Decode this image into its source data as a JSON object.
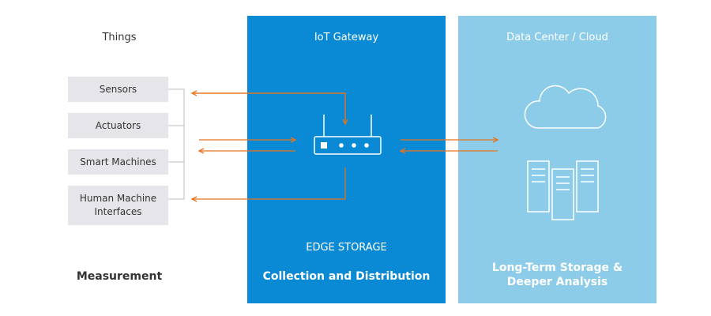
{
  "things": {
    "title": "Things",
    "items": [
      "Sensors",
      "Actuators",
      "Smart Machines",
      "Human Machine\nInterfaces"
    ],
    "footer": "Measurement"
  },
  "gateway": {
    "title": "IoT Gateway",
    "edge_label": "EDGE STORAGE",
    "footer": "Collection and Distribution"
  },
  "cloud": {
    "title": "Data Center / Cloud",
    "footer": "Long-Term Storage & Deeper Analysis"
  },
  "colors": {
    "gateway": "#0a8ad4",
    "cloud": "#8ccce8",
    "arrow": "#e8741e",
    "box": "#e6e6ea"
  },
  "icons": [
    "router-icon",
    "cloud-icon",
    "server-rack-icon"
  ]
}
